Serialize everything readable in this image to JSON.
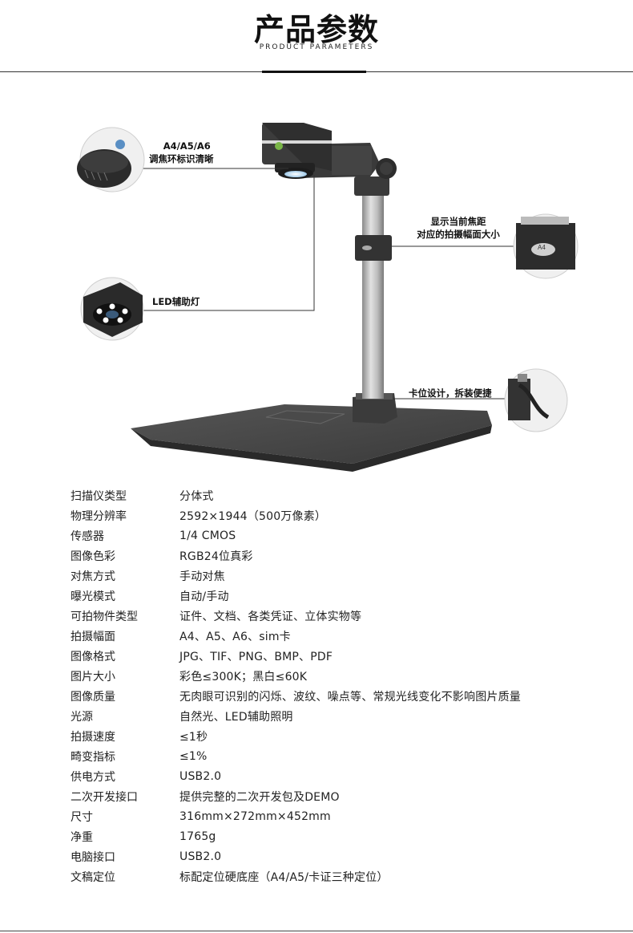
{
  "header": {
    "title": "产品参数",
    "subtitle": "PRODUCT PARAMETERS"
  },
  "callouts": {
    "focus_ring_line1": "A4/A5/A6",
    "focus_ring_line2": "调焦环标识清晰",
    "led_light": "LED辅助灯",
    "display_line1": "显示当前焦距",
    "display_line2": "对应的拍摄幅面大小",
    "display_badge": "A4",
    "clip_design": "卡位设计，拆装便捷"
  },
  "specs": [
    {
      "label": "扫描仪类型",
      "value": "分体式"
    },
    {
      "label": "物理分辨率",
      "value": "2592×1944（500万像素）"
    },
    {
      "label": "传感器",
      "value": "1/4 CMOS"
    },
    {
      "label": "图像色彩",
      "value": "RGB24位真彩"
    },
    {
      "label": "对焦方式",
      "value": "手动对焦"
    },
    {
      "label": "曝光模式",
      "value": "自动/手动"
    },
    {
      "label": "可拍物件类型",
      "value": "证件、文档、各类凭证、立体实物等"
    },
    {
      "label": "拍摄幅面",
      "value": "A4、A5、A6、sim卡"
    },
    {
      "label": "图像格式",
      "value": "JPG、TIF、PNG、BMP、PDF"
    },
    {
      "label": "图片大小",
      "value": "彩色≤300K；黑白≤60K"
    },
    {
      "label": "图像质量",
      "value": "无肉眼可识别的闪烁、波纹、噪点等、常规光线变化不影响图片质量"
    },
    {
      "label": "光源",
      "value": "自然光、LED辅助照明"
    },
    {
      "label": "拍摄速度",
      "value": "≤1秒"
    },
    {
      "label": "畸变指标",
      "value": "≤1%"
    },
    {
      "label": "供电方式",
      "value": "USB2.0"
    },
    {
      "label": "二次开发接口",
      "value": "提供完整的二次开发包及DEMO"
    },
    {
      "label": "尺寸",
      "value": "316mm×272mm×452mm"
    },
    {
      "label": "净重",
      "value": "1765g"
    },
    {
      "label": "电脑接口",
      "value": "USB2.0"
    },
    {
      "label": "文稿定位",
      "value": "标配定位硬底座（A4/A5/卡证三种定位）"
    }
  ]
}
